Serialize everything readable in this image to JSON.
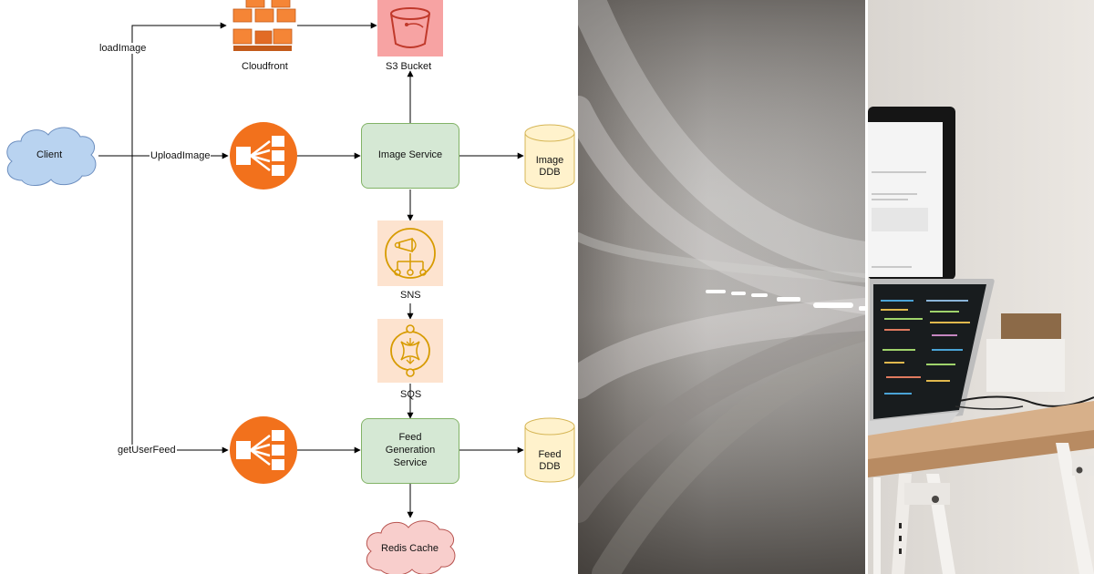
{
  "diagram": {
    "nodes": {
      "client": "Client",
      "cloudfront": "Cloudfront",
      "s3": "S3 Bucket",
      "image_service": "Image Service",
      "image_ddb": "Image\nDDB",
      "sns": "SNS",
      "sqs": "SQS",
      "feed_service": "Feed Generation Service",
      "feed_ddb": "Feed\nDDB",
      "redis": "Redis Cache"
    },
    "edges": {
      "load_image": "loadImage",
      "upload_image": "UploadImage",
      "get_user_feed": "getUserFeed"
    },
    "icons": {
      "client": "cloud-icon",
      "cloudfront": "aws-cloudfront-icon",
      "s3": "aws-s3-bucket-icon",
      "lb_upload": "load-balancer-icon",
      "lb_feed": "load-balancer-icon",
      "sns": "aws-sns-icon",
      "sqs": "aws-sqs-icon",
      "image_ddb": "database-icon",
      "feed_ddb": "database-icon",
      "redis": "cloud-icon"
    },
    "colors": {
      "client_fill": "#b9d3f0",
      "client_stroke": "#6c8ebf",
      "service_fill": "#d5e8d4",
      "service_stroke": "#82b366",
      "db_fill": "#fff2cc",
      "db_stroke": "#d6b656",
      "lb_orange": "#f2711c",
      "cloudfront_orange": "#f58536",
      "s3_fill": "#f7a3a3",
      "s3_stroke": "#c0392b",
      "messaging_fill": "#fde3cf",
      "messaging_stroke": "#d79b00",
      "redis_fill": "#f8cecc",
      "redis_stroke": "#b85450"
    }
  },
  "photos": {
    "left": "long-exposure-train-tunnel",
    "right": "desk-with-laptop-and-monitor"
  }
}
